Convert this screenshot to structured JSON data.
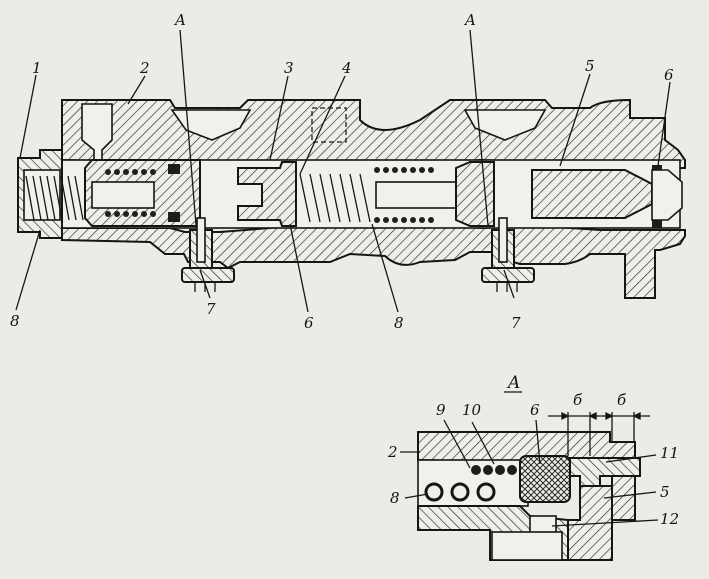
{
  "labels": {
    "l1": "1",
    "l2": "2",
    "lA_left": "A",
    "l3": "3",
    "l4": "4",
    "lA_right": "A",
    "l5": "5",
    "l6_top": "6",
    "l8_left": "8",
    "l7_left": "7",
    "l6_bottom": "6",
    "l8_mid": "8",
    "l7_right": "7"
  },
  "detail": {
    "title": "A",
    "l2": "2",
    "l9": "9",
    "l10": "10",
    "l6": "6",
    "b1": "б",
    "b2": "б",
    "l11": "11",
    "l8": "8",
    "l5": "5",
    "l12": "12"
  }
}
